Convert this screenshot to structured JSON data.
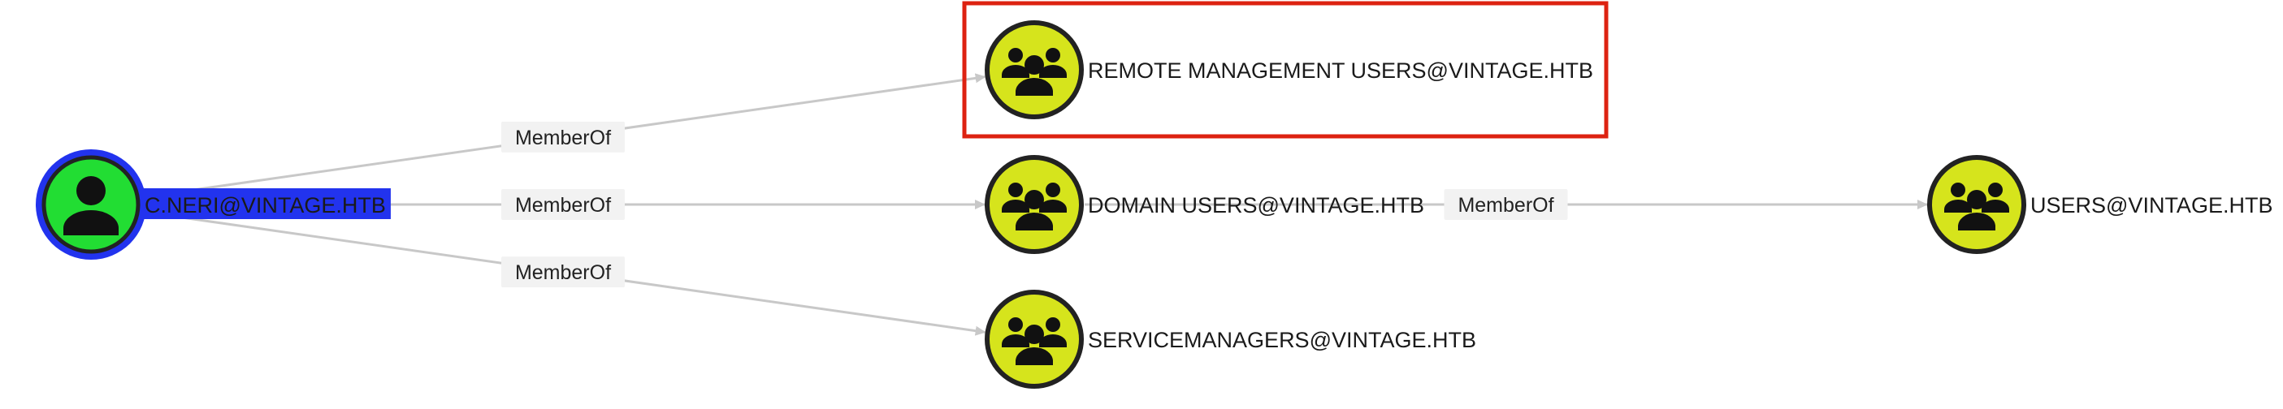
{
  "graph": {
    "colors": {
      "edge": "#c8c8c8",
      "edge_label_bg": "#f2f2f2",
      "user_fill": "#22dd33",
      "user_ring": "#2233ee",
      "group_fill": "#d6e41c",
      "node_border": "#222222",
      "selected_label_bg": "#2233ee",
      "selected_label_text": "#ffffff",
      "highlight_box": "#dd2211"
    },
    "nodes": [
      {
        "id": "cneri",
        "label": "C.NERI@VINTAGE.HTB",
        "kind": "user",
        "icon": "user-icon",
        "selected": true
      },
      {
        "id": "rmu",
        "label": "REMOTE MANAGEMENT USERS@VINTAGE.HTB",
        "kind": "group",
        "icon": "group-icon",
        "highlighted": true
      },
      {
        "id": "du",
        "label": "DOMAIN USERS@VINTAGE.HTB",
        "kind": "group",
        "icon": "group-icon"
      },
      {
        "id": "svc",
        "label": "SERVICEMANAGERS@VINTAGE.HTB",
        "kind": "group",
        "icon": "group-icon"
      },
      {
        "id": "users",
        "label": "USERS@VINTAGE.HTB",
        "kind": "group",
        "icon": "group-icon"
      }
    ],
    "edges": [
      {
        "from": "cneri",
        "to": "rmu",
        "label": "MemberOf"
      },
      {
        "from": "cneri",
        "to": "du",
        "label": "MemberOf"
      },
      {
        "from": "cneri",
        "to": "svc",
        "label": "MemberOf"
      },
      {
        "from": "du",
        "to": "users",
        "label": "MemberOf"
      }
    ]
  }
}
